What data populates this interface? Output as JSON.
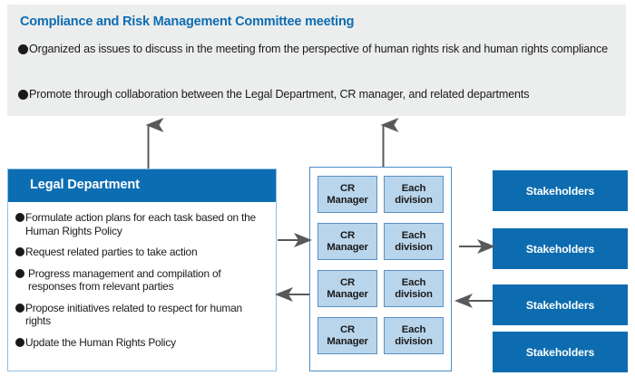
{
  "committee": {
    "title": "Compliance and Risk Management Committee meeting",
    "bullets": [
      "Organized as issues to discuss in the meeting from the perspective of human rights risk and human rights compliance",
      "Promote through collaboration between the Legal Department, CR manager, and related departments"
    ]
  },
  "legal": {
    "header": "Legal Department",
    "items": [
      "Formulate action plans for each task based on the Human Rights Policy",
      "Request related parties to take action",
      "Progress management and compilation of responses from relevant parties",
      "Propose initiatives related to respect for human rights",
      "Update the Human Rights Policy"
    ]
  },
  "middle": {
    "rows": [
      {
        "manager": "CR\nManager",
        "manager_line1": "CR",
        "manager_line2": "Manager",
        "division_line1": "Each",
        "division_line2": "division"
      },
      {
        "manager_line1": "CR",
        "manager_line2": "Manager",
        "division_line1": "Each",
        "division_line2": "division"
      },
      {
        "manager_line1": "CR",
        "manager_line2": "Manager",
        "division_line1": "Each",
        "division_line2": "division"
      },
      {
        "manager_line1": "CR",
        "manager_line2": "Manager",
        "division_line1": "Each",
        "division_line2": "division"
      }
    ]
  },
  "stakeholders": {
    "items": [
      {
        "label": "Stakeholders"
      },
      {
        "label": "Stakeholders"
      },
      {
        "label": "Stakeholders"
      },
      {
        "label": "Stakeholders"
      }
    ]
  },
  "colors": {
    "panel_gray": "#eceded",
    "brand_blue": "#0d6db3",
    "stakeholder_blue": "#0d6cb0",
    "box_light_blue": "#b9d5ec",
    "box_border_blue": "#5a91c4",
    "arrow_gray": "#58595b",
    "text_dark": "#1a1a1a"
  }
}
